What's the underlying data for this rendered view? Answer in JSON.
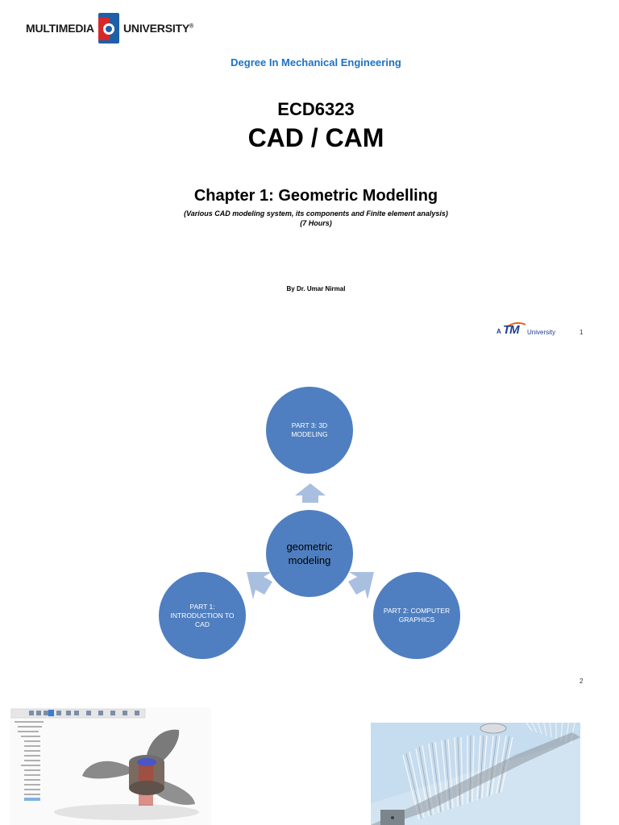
{
  "slide1": {
    "logo": {
      "left_text": "MULTIMEDIA",
      "right_text": "UNIVERSITY",
      "registered": "®"
    },
    "degree": "Degree In Mechanical Engineering",
    "course_code": "ECD6323",
    "course_title": "CAD / CAM",
    "chapter": "Chapter 1: Geometric Modelling",
    "subtitle_line1": "(Various CAD modeling system, its components and Finite element analysis)",
    "subtitle_line2": "(7 Hours)",
    "author": "By Dr. Umar Nirmal",
    "partner": {
      "prefix": "A",
      "brand": "TM",
      "suffix": "University"
    },
    "page_number": "1"
  },
  "slide2": {
    "center": "geometric modeling",
    "nodes": [
      {
        "label": "PART 3: 3D MODELING"
      },
      {
        "label": "PART 1: INTRODUCTION TO CAD"
      },
      {
        "label": "PART 2: COMPUTER GRAPHICS"
      }
    ],
    "page_number": "2"
  },
  "colors": {
    "accent_blue": "#1d72c2",
    "node_blue": "#4f7fc0",
    "arrow_blue": "#a9bfe0",
    "logo_red": "#d62828",
    "logo_blue": "#1f5fa8"
  }
}
